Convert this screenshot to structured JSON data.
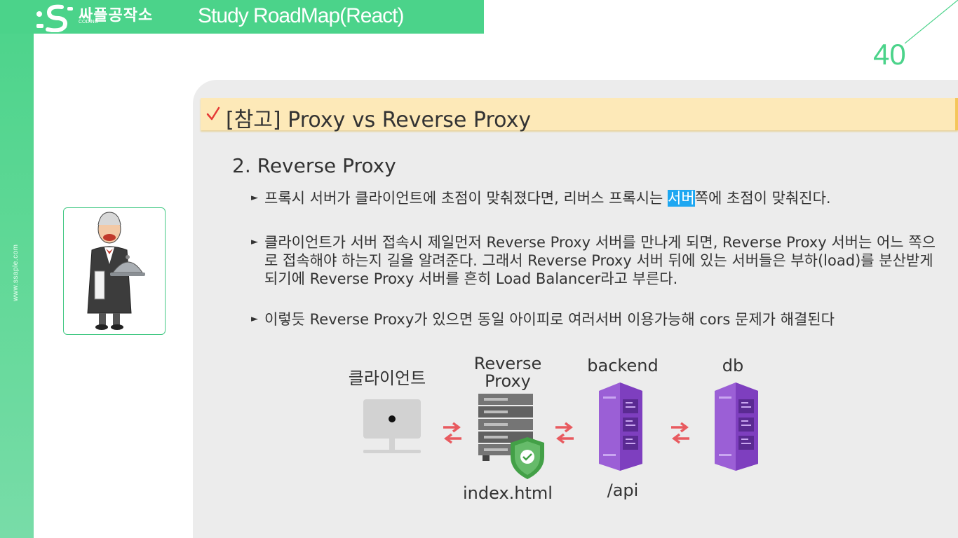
{
  "header": {
    "logo_text": "싸플공작소",
    "logo_sub": "CODING",
    "title": "Study RoadMap(React)",
    "page_number": "40",
    "site_vertical": "www.ssaple.com"
  },
  "section": {
    "title": "[참고] Proxy vs Reverse Proxy",
    "subtitle": "2. Reverse Proxy"
  },
  "bullets": [
    {
      "before": "프록시 서버가 클라이언트에 초점이 맞춰졌다면, 리버스 프록시는 ",
      "highlight": "서버",
      "after": "쪽에 초점이 맞춰진다."
    },
    {
      "text": "클라이언트가 서버 접속시 제일먼저 Reverse Proxy 서버를 만나게 되면, Reverse Proxy 서버는 어느 쪽으로 접속해야 하는지 길을 알려준다. 그래서 Reverse Proxy 서버 뒤에 있는 서버들은 부하(load)를 분산받게 되기에 Reverse Proxy 서버를 흔히 Load Balancer라고 부른다."
    },
    {
      "text": "이렇듯 Reverse Proxy가 있으면 동일 아이피로 여러서버 이용가능해 cors 문제가 해결된다"
    }
  ],
  "diagram": {
    "client_label": "클라이언트",
    "proxy_label_line1": "Reverse",
    "proxy_label_line2": "Proxy",
    "backend_label": "backend",
    "db_label": "db",
    "proxy_caption": "index.html",
    "backend_caption": "/api"
  },
  "colors": {
    "brand_green": "#4bd38a",
    "header_highlight": "#fde9b8",
    "text_highlight": "#1ea7f1",
    "arrow_red": "#e85a5f",
    "server_purple": "#9b5fd6"
  }
}
